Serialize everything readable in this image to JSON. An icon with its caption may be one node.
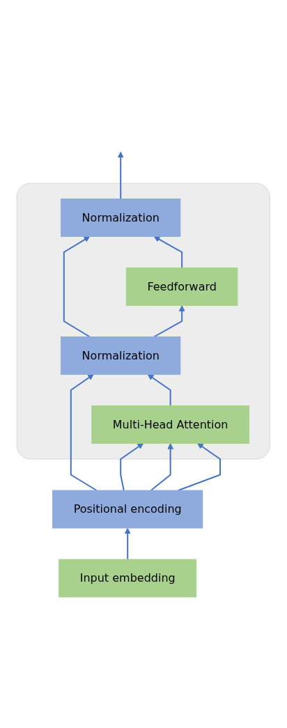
{
  "diagram": {
    "nodes": [
      {
        "text": [],
        "shape": "box"
      },
      {
        "text": [
          "Normalization"
        ],
        "in": 0
      },
      {
        "text": [
          "Feedforward"
        ],
        "in": 0
      },
      {
        "text": [
          "Normalization"
        ],
        "in": 0
      },
      {
        "text": [
          "Multi-Head Attention"
        ],
        "in": 0
      },
      {
        "text": [
          "Positional encoding"
        ]
      },
      {
        "text": [
          "Input embedding"
        ]
      }
    ],
    "edges": [
      {
        "from": 6,
        "to": 5,
        "arrow": "to"
      },
      {
        "from": 5,
        "to": 4,
        "arrow": "to"
      },
      {
        "from": 5,
        "to": 4,
        "arrow": "to"
      },
      {
        "from": 5,
        "to": 3,
        "arrow": "to"
      },
      {
        "from": 5,
        "to": 4,
        "arrow": "to"
      },
      {
        "from": 4,
        "to": 3,
        "arrow": "to"
      },
      {
        "from": 3,
        "to": 2,
        "arrow": "to"
      },
      {
        "from": 3,
        "to": 1,
        "arrow": "to"
      },
      {
        "from": 2,
        "to": 1,
        "arrow": "to"
      },
      {
        "from": 1,
        "to": null,
        "arrow": "to"
      }
    ]
  }
}
